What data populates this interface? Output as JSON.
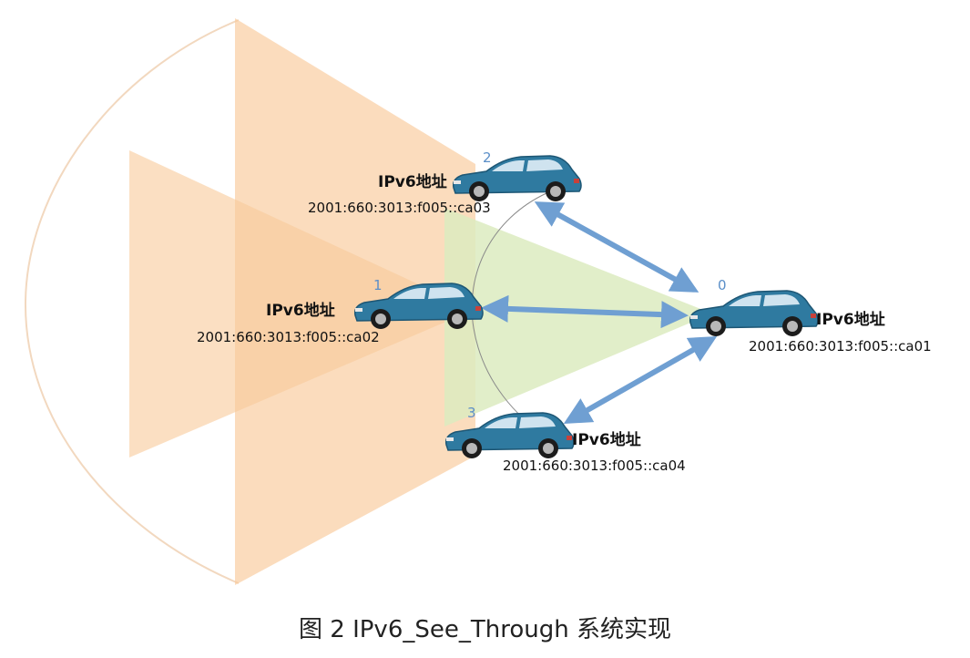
{
  "cars": [
    {
      "number": "0",
      "title": "IPv6地址",
      "address": "2001:660:3013:f005::ca01"
    },
    {
      "number": "1",
      "title": "IPv6地址",
      "address": "2001:660:3013:f005::ca02"
    },
    {
      "number": "2",
      "title": "IPv6地址",
      "address": "2001:660:3013:f005::ca03"
    },
    {
      "number": "3",
      "title": "IPv6地址",
      "address": "2001:660:3013:f005::ca04"
    }
  ],
  "caption": "图 2  IPv6_See_Through 系统实现",
  "colors": {
    "orange": "#f9c99a",
    "green": "#dcebbf",
    "arrow": "#6f9fd2",
    "car": "#2f7aa0"
  }
}
